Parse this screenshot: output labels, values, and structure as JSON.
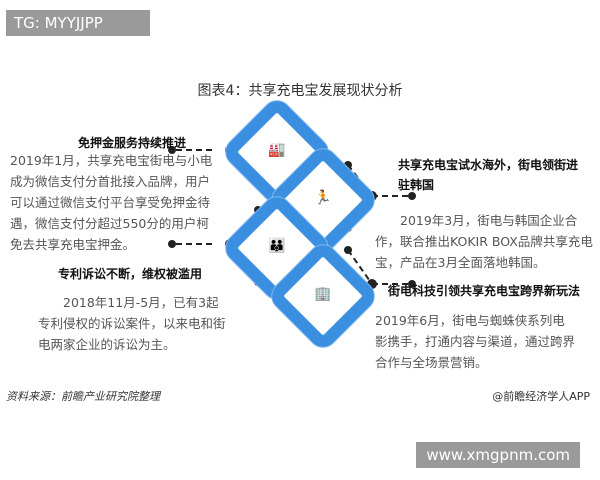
{
  "tag": "TG: MYYJJPP",
  "title": "图表4：共享充电宝发展现状分析",
  "blocks": [
    {
      "heading": "免押金服务持续推进",
      "text": "2019年1月，共享充电宝街电与小电成为微信支付分首批接入品牌，用户可以通过微信支付平台享受免押金待遇，微信支付分超过550分的用户柯免去共享充电宝押金。",
      "icon": "factory-icon"
    },
    {
      "heading": "共享充电宝试水海外，街电领街进驻韩国",
      "text": "2019年3月，街电与韩国企业合作，联合推出KOKIR BOX品牌共享充电宝，产品在3月全面落地韩国。",
      "icon": "runner-icon"
    },
    {
      "heading": "专利诉讼不断，维权被滥用",
      "text": "2018年11月-5月，已有3起专利侵权的诉讼案件，以来电和街电两家企业的诉讼为主。",
      "icon": "people-icon"
    },
    {
      "heading": "街电科技引领共享充电宝跨界新玩法",
      "text": "2019年6月，街电与蜘蛛侠系列电影携手，打通内容与渠道，通过跨界合作与全场景营销。",
      "icon": "building-icon"
    }
  ],
  "source": "资料来源：前瞻产业研究院整理",
  "credit": "@前瞻经济学人APP",
  "site": "www.xmgpnm.com",
  "colors": {
    "accent": "#3b8fe0"
  }
}
